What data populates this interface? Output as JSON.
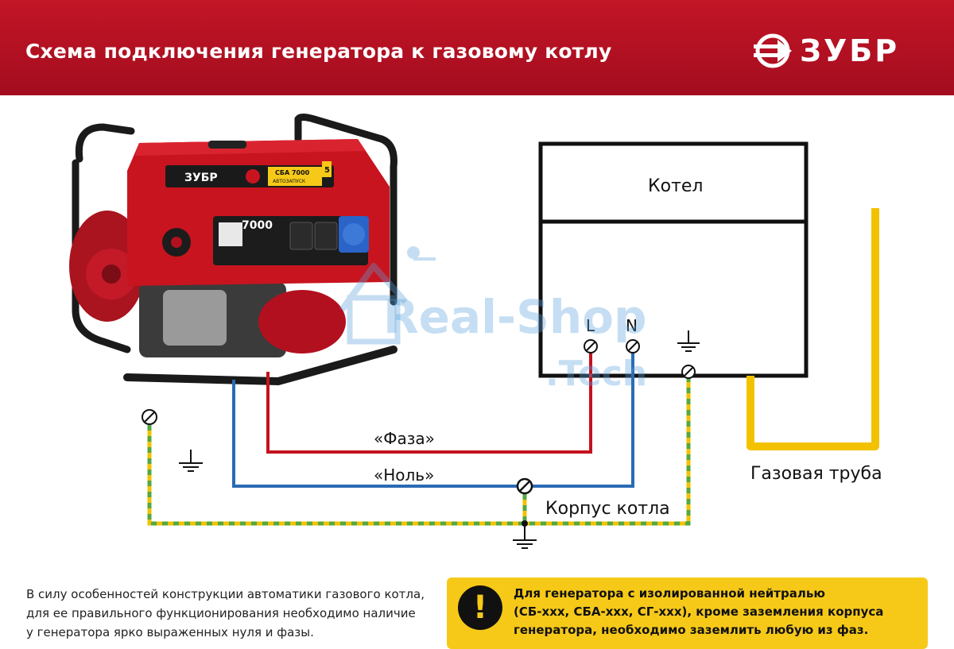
{
  "header": {
    "title": "Схема подключения генератора к газовому котлу",
    "brand": "ЗУБР",
    "bg_color": "#b3101f"
  },
  "generator": {
    "brand": "ЗУБР",
    "model": "СБА 7000",
    "mode": "АВТОЗАПУСК",
    "power": "7000",
    "years": "5"
  },
  "boiler": {
    "label": "Котел",
    "terminal_l": "L",
    "terminal_n": "N"
  },
  "wires": {
    "phase": "«Фаза»",
    "neutral": "«Ноль»",
    "case": "Корпус котла",
    "gas_pipe": "Газовая труба",
    "phase_color": "#c4121f",
    "neutral_color": "#2a6bb4",
    "ground_colors": [
      "#f2c200",
      "#55a840"
    ],
    "pipe_color": "#f2c200"
  },
  "watermark": {
    "line1": "Real-Shop",
    "line2": ".Tech"
  },
  "bottom": {
    "lines": [
      "В силу особенностей конструкции автоматики газового котла,",
      "для ее правильного функционирования необходимо наличие",
      "у генератора ярко выраженных нуля и фазы."
    ]
  },
  "note": {
    "icon": "!",
    "lines": [
      "Для генератора с изолированной нейтралью",
      "(СБ-ххх, СБА-ххх, СГ-ххх), кроме заземления корпуса",
      "генератора, необходимо заземлить любую из фаз."
    ]
  }
}
